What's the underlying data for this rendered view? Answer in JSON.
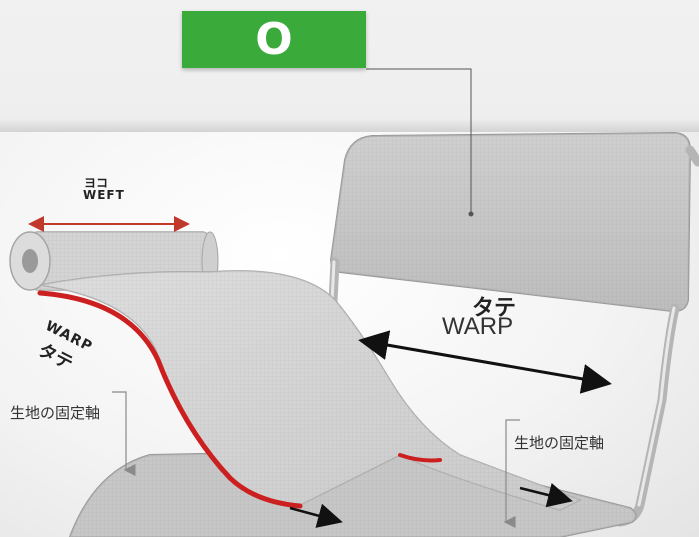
{
  "badge": {
    "symbol": "O",
    "color": "#3aaa3a"
  },
  "labels": {
    "weft_jp": "ヨコ",
    "weft_en": "WEFT",
    "warp_curve_en": "WARP",
    "warp_curve_jp": "タテ",
    "warp_right_jp": "タテ",
    "warp_right_en": "WARP",
    "fabric_fixed_left": "生地の固定軸",
    "fabric_fixed_right": "生地の固定軸"
  },
  "colors": {
    "weft_arrow": "#c0392b",
    "fabric_edge": "#cc1f1f",
    "frame": "#b9b9b9",
    "mesh": "#cfcfcf"
  }
}
